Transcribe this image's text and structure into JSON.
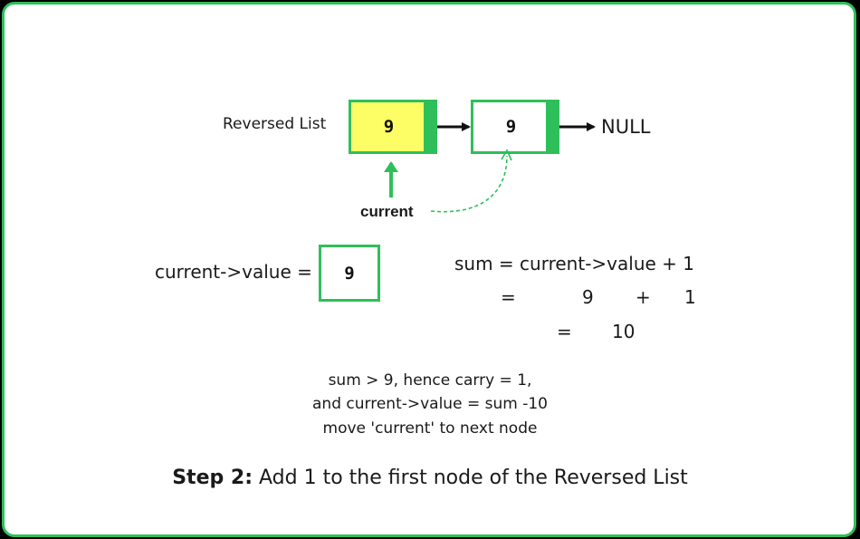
{
  "diagram": {
    "list_label": "Reversed List",
    "nodes": [
      {
        "value": "9",
        "highlighted": true,
        "fill": "#fdfd66"
      },
      {
        "value": "9",
        "highlighted": false,
        "fill": "#ffffff"
      }
    ],
    "null_label": "NULL",
    "pointer_label": "current",
    "accent_color": "#2fbf5a"
  },
  "value_box": {
    "label": "current->value =",
    "value": "9"
  },
  "equations": {
    "line1": "sum = current->value + 1",
    "line2_eq": "=",
    "line2_a": "9",
    "line2_op": "+",
    "line2_b": "1",
    "line3_eq": "=",
    "line3_result": "10"
  },
  "notes": [
    "sum > 9, hence carry = 1,",
    "and current->value = sum -10",
    "move 'current' to next node"
  ],
  "caption": {
    "step": "Step 2:",
    "text": " Add 1 to the first node of the Reversed List"
  }
}
